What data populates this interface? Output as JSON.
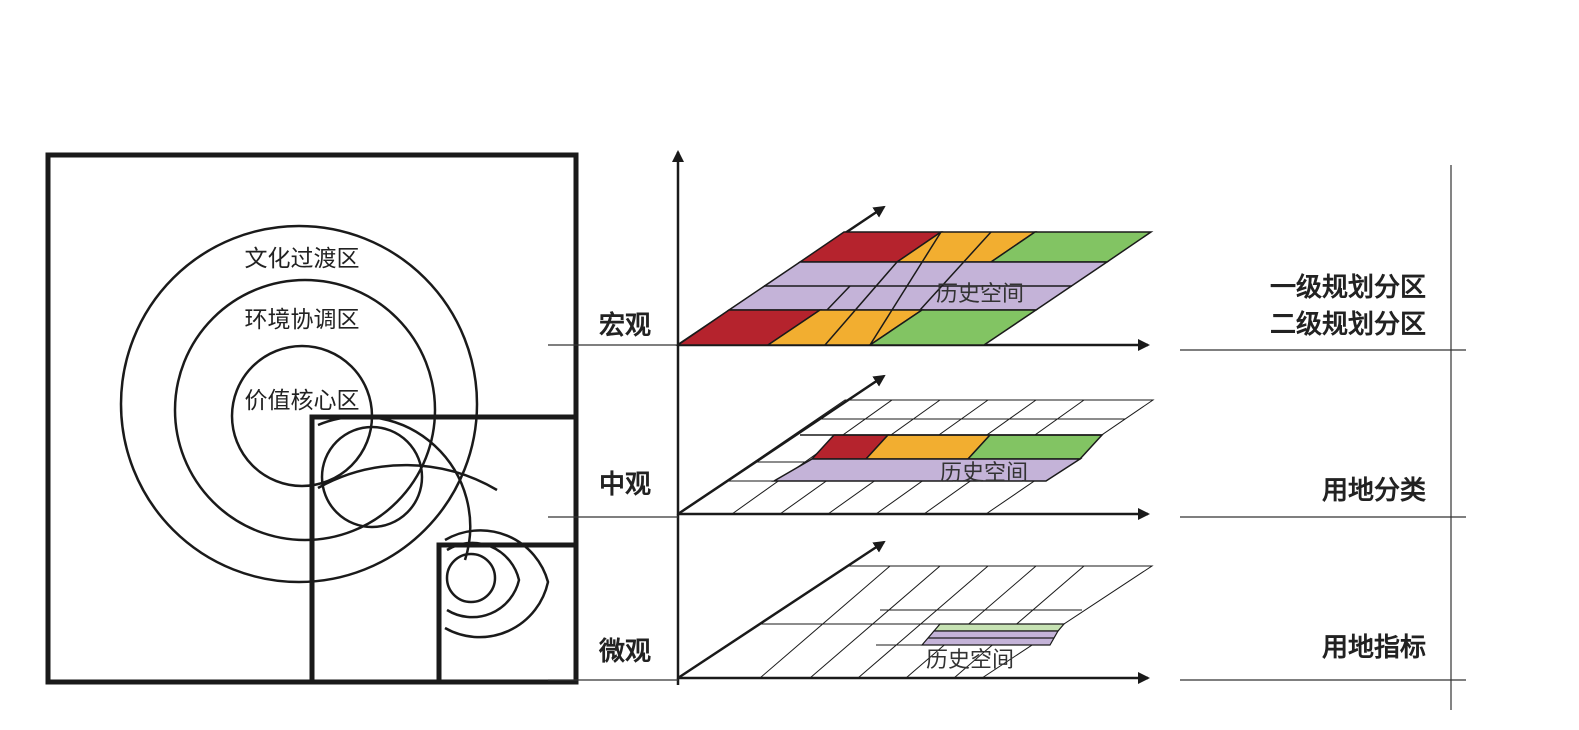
{
  "zones": {
    "transition": "文化过渡区",
    "coordination": "环境协调区",
    "core": "价值核心区"
  },
  "levels": {
    "macro": "宏观",
    "meso": "中观",
    "micro": "微观"
  },
  "historic_space": "历史空间",
  "right_labels": {
    "zoning_1": "一级规划分区",
    "zoning_2": "二级规划分区",
    "land_use_class": "用地分类",
    "land_use_index": "用地指标"
  },
  "colors": {
    "red": "#b5232d",
    "orange": "#f2ae30",
    "green": "#82c463",
    "purple": "#c4b3d8",
    "light_green": "#c6e2b3",
    "line": "#1a1a1a"
  }
}
